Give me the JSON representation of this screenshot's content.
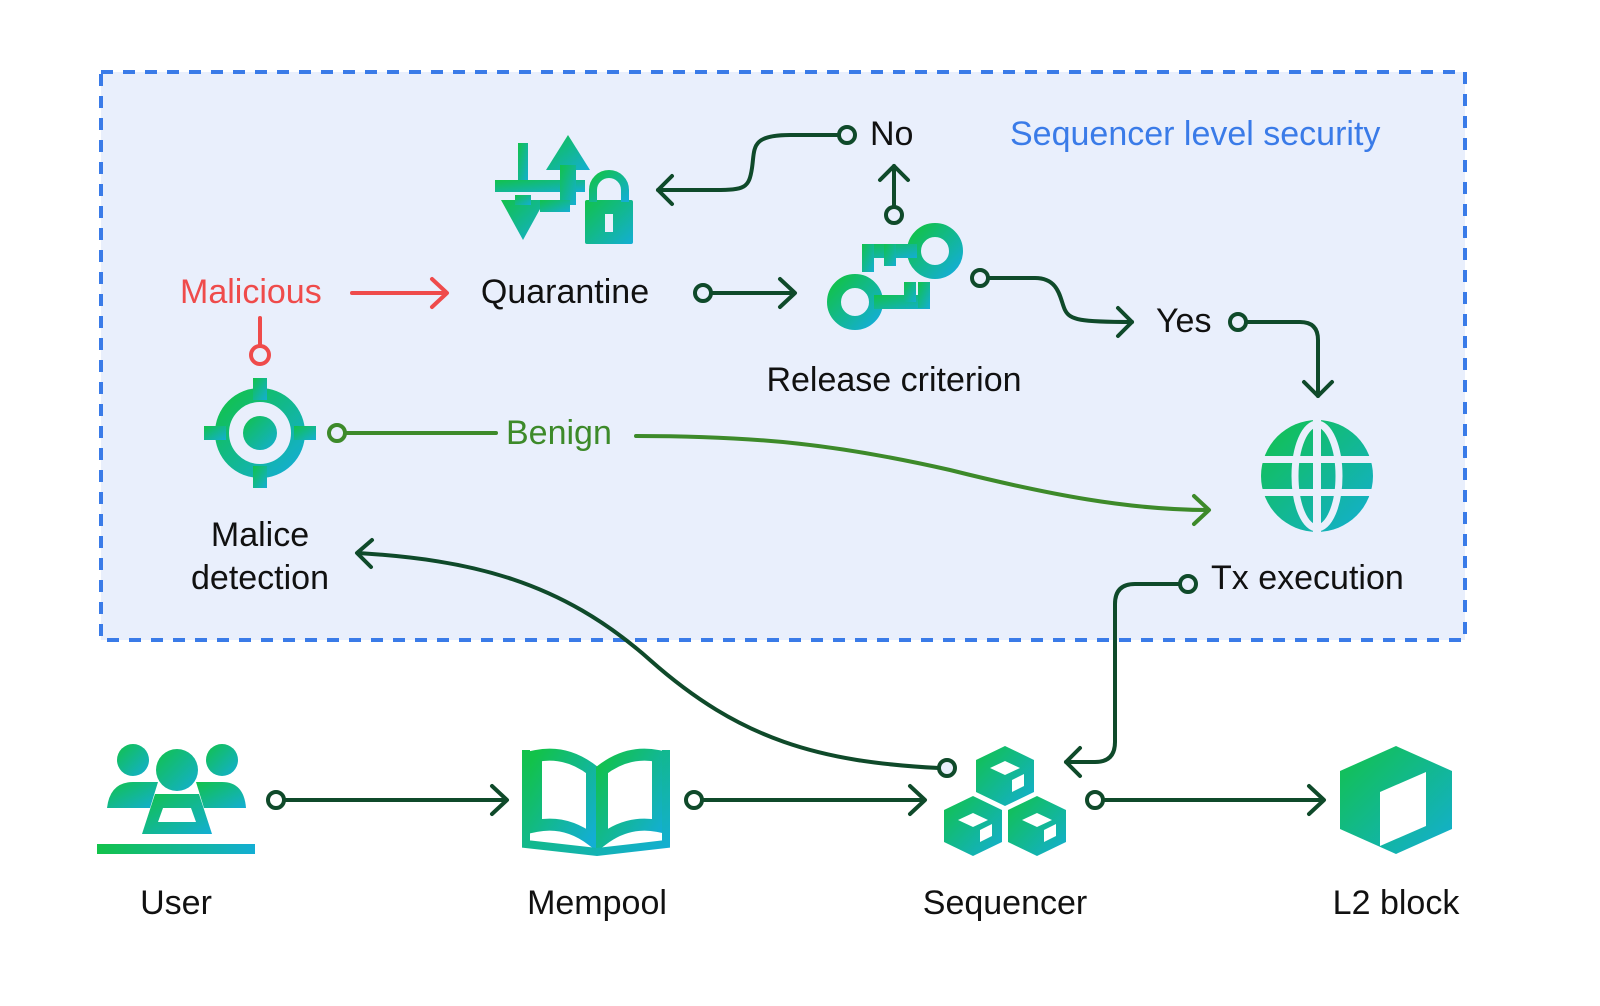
{
  "region": {
    "title": "Sequencer level security",
    "border_color": "#3a7be8",
    "fill_color": "#e9effc"
  },
  "nodes": {
    "quarantine": "Quarantine",
    "release_criterion": "Release criterion",
    "malice_detection_line1": "Malice",
    "malice_detection_line2": "detection",
    "tx_execution": "Tx execution",
    "user": "User",
    "mempool": "Mempool",
    "sequencer": "Sequencer",
    "l2_block": "L2 block"
  },
  "branches": {
    "malicious": "Malicious",
    "benign": "Benign",
    "no": "No",
    "yes": "Yes"
  },
  "icons": {
    "quarantine": "transfer-lock-icon",
    "release_criterion": "keys-icon",
    "malice_detection": "target-icon",
    "tx_execution": "globe-icon",
    "user": "users-icon",
    "mempool": "open-book-icon",
    "sequencer": "cubes-icon",
    "l2_block": "cube-icon"
  },
  "colors": {
    "arrow_dark": "#0f4a2a",
    "arrow_malicious": "#ef4b4b",
    "arrow_benign": "#3d8a2a",
    "gradient_start": "#12c24a",
    "gradient_end": "#13aed4"
  }
}
